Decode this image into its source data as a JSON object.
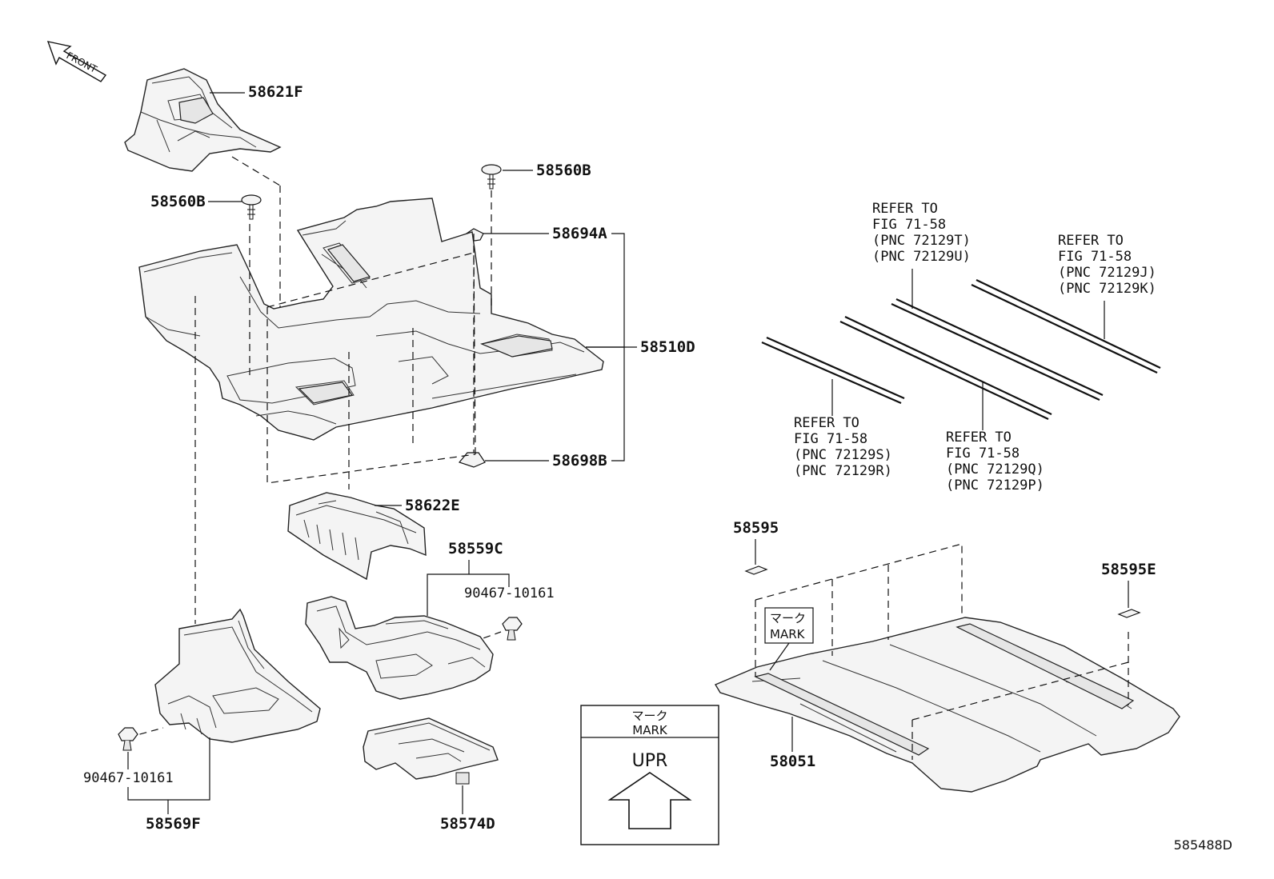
{
  "front_label": "FRONT",
  "parts": {
    "p58621F": "58621F",
    "p58560B_right": "58560B",
    "p58560B_left": "58560B",
    "p58694A": "58694A",
    "p58510D": "58510D",
    "p58698B": "58698B",
    "p58622E": "58622E",
    "p58559C": "58559C",
    "p90467_right": "90467-10161",
    "p90467_left": "90467-10161",
    "p58569F": "58569F",
    "p58574D": "58574D",
    "p58595": "58595",
    "p58595E": "58595E",
    "p58051": "58051"
  },
  "refers": {
    "r1": [
      "REFER TO",
      "FIG 71-58",
      "(PNC 72129T)",
      "(PNC 72129U)"
    ],
    "r2": [
      "REFER TO",
      "FIG 71-58",
      "(PNC 72129J)",
      "(PNC 72129K)"
    ],
    "r3": [
      "REFER TO",
      "FIG 71-58",
      "(PNC 72129S)",
      "(PNC 72129R)"
    ],
    "r4": [
      "REFER TO",
      "FIG 71-58",
      "(PNC 72129Q)",
      "(PNC 72129P)"
    ]
  },
  "mark_callout": {
    "jp": "マーク",
    "en": "MARK"
  },
  "mark_legend": {
    "jp": "マーク",
    "en": "MARK",
    "upr": "UPR"
  },
  "diagram_id": "585488D"
}
